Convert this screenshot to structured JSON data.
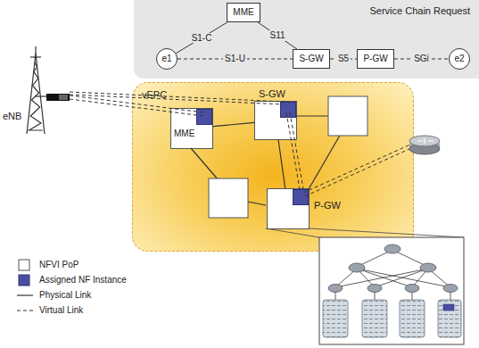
{
  "diagram": {
    "nodes": [
      {
        "text": [
          "Service Chain Request"
        ]
      },
      {
        "text": [
          "e1"
        ],
        "in": 0
      },
      {
        "text": [
          "MME"
        ],
        "in": 0
      },
      {
        "text": [
          "S-GW"
        ],
        "in": 0
      },
      {
        "text": [
          "P-GW"
        ],
        "in": 0
      },
      {
        "text": [
          "e2"
        ],
        "in": 0
      },
      {
        "text": [
          "vEPC"
        ]
      },
      {
        "text": [
          "MME"
        ],
        "in": 6
      },
      {
        "text": [
          "S-GW"
        ],
        "in": 6
      },
      {
        "text": [
          "P-GW"
        ],
        "in": 6
      }
    ],
    "edges": [
      {
        "from": 1,
        "to": 2,
        "label": "S1-C",
        "arrow": "none"
      },
      {
        "from": 2,
        "to": 3,
        "label": "S11",
        "arrow": "none"
      },
      {
        "from": 1,
        "to": 3,
        "label": "S1-U",
        "arrow": "none"
      },
      {
        "from": 3,
        "to": 4,
        "label": "S5",
        "arrow": "none"
      },
      {
        "from": 4,
        "to": 5,
        "label": "SGi",
        "arrow": "none"
      },
      {
        "from": 7,
        "to": 8,
        "arrow": "none"
      },
      {
        "from": 8,
        "to": 9,
        "arrow": "none"
      }
    ],
    "labels": [
      "eNB"
    ],
    "legend": [
      {
        "text": "NFVI PoP"
      },
      {
        "text": "Assigned NF Instance",
        "color": "#4a4ea3"
      },
      {
        "text": "Physical Link"
      },
      {
        "text": "Virtual Link"
      }
    ]
  }
}
